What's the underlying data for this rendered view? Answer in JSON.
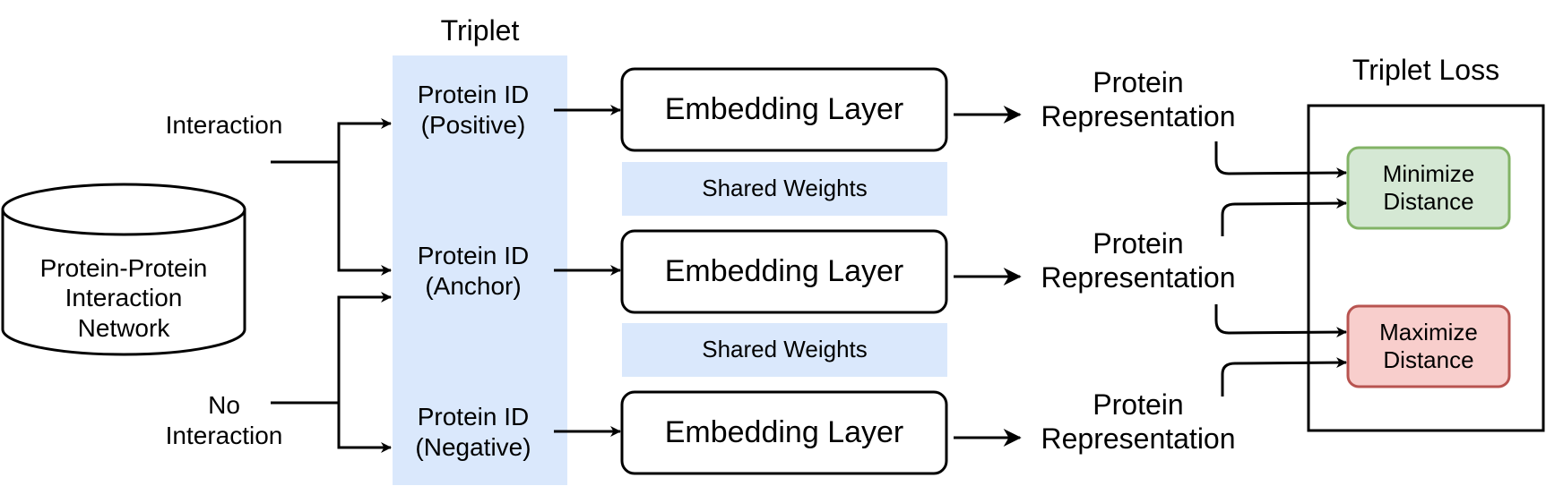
{
  "triplet_title": "Triplet",
  "database": {
    "label": "Protein-Protein\nInteraction\nNetwork"
  },
  "edge_labels": {
    "interaction": "Interaction",
    "no_interaction": "No\nInteraction"
  },
  "inputs": {
    "positive": "Protein ID\n(Positive)",
    "anchor": "Protein ID\n(Anchor)",
    "negative": "Protein ID\n(Negative)"
  },
  "embedding_label": "Embedding Layer",
  "shared_weights_label": "Shared Weights",
  "representation_label": "Protein\nRepresentation",
  "loss": {
    "title": "Triplet Loss",
    "minimize": "Minimize\nDistance",
    "maximize": "Maximize\nDistance"
  },
  "colors": {
    "triplet_band": "#dae8fc",
    "minimize_fill": "#d5e8d4",
    "minimize_stroke": "#82b366",
    "maximize_fill": "#f8cecc",
    "maximize_stroke": "#b85450"
  }
}
